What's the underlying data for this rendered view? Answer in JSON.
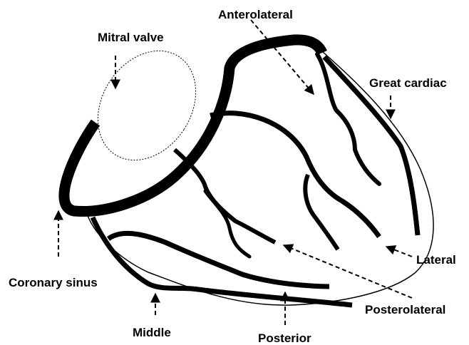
{
  "labels": {
    "mitral_valve": "Mitral valve",
    "anterolateral": "Anterolateral",
    "great_cardiac": "Great cardiac",
    "coronary_sinus": "Coronary sinus",
    "lateral": "Lateral",
    "posterolateral": "Posterolateral",
    "middle": "Middle",
    "posterior": "Posterior"
  },
  "colors": {
    "stroke": "#000000",
    "background": "#ffffff"
  }
}
